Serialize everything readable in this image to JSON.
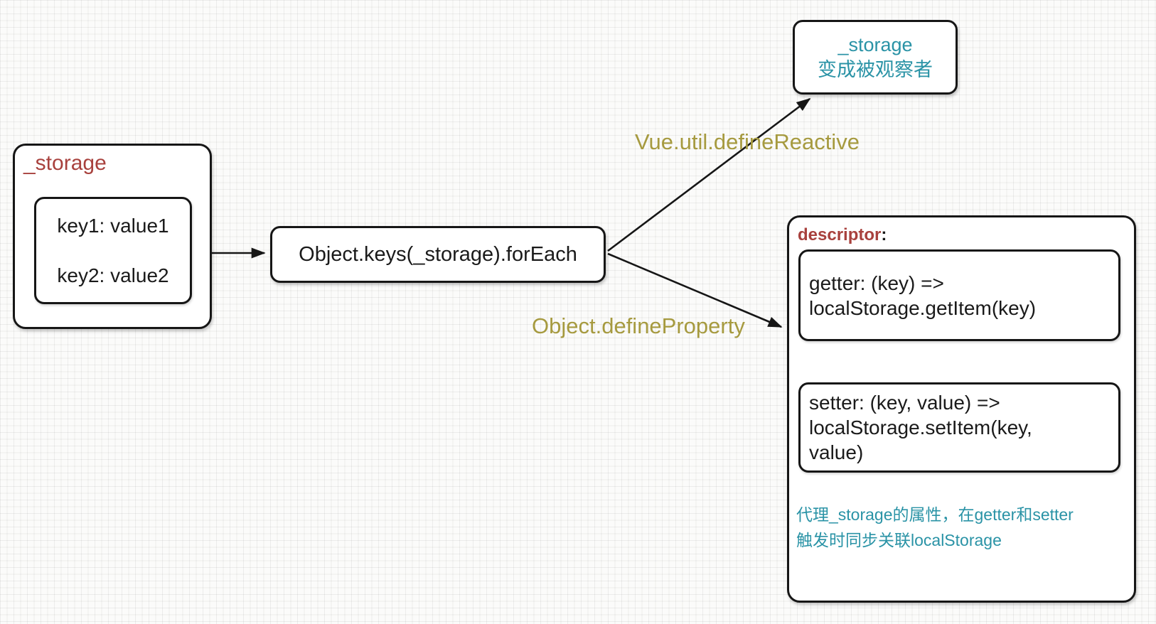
{
  "colors": {
    "maroon": "#a8413d",
    "teal": "#2a93a6",
    "olive": "#a69a3f",
    "ink": "#1a1a1a",
    "border": "#161616"
  },
  "storage_box": {
    "title": "_storage",
    "entries": [
      "key1: value1",
      "key2: value2"
    ]
  },
  "foreach_box": {
    "label": "Object.keys(_storage).forEach"
  },
  "observer_box": {
    "line1": "_storage",
    "line2": "变成被观察者"
  },
  "arrows": {
    "define_reactive_label": "Vue.util.defineReactive",
    "define_property_label": "Object.defineProperty"
  },
  "descriptor_box": {
    "title": "descriptor",
    "colon": ":",
    "getter_lines": [
      "getter: (key) =>",
      "localStorage.getItem(key)"
    ],
    "setter_lines": [
      "setter: (key, value) =>",
      "localStorage.setItem(key,",
      "value)"
    ],
    "note_lines": [
      "代理_storage的属性，在getter和setter",
      "触发时同步关联localStorage"
    ]
  }
}
